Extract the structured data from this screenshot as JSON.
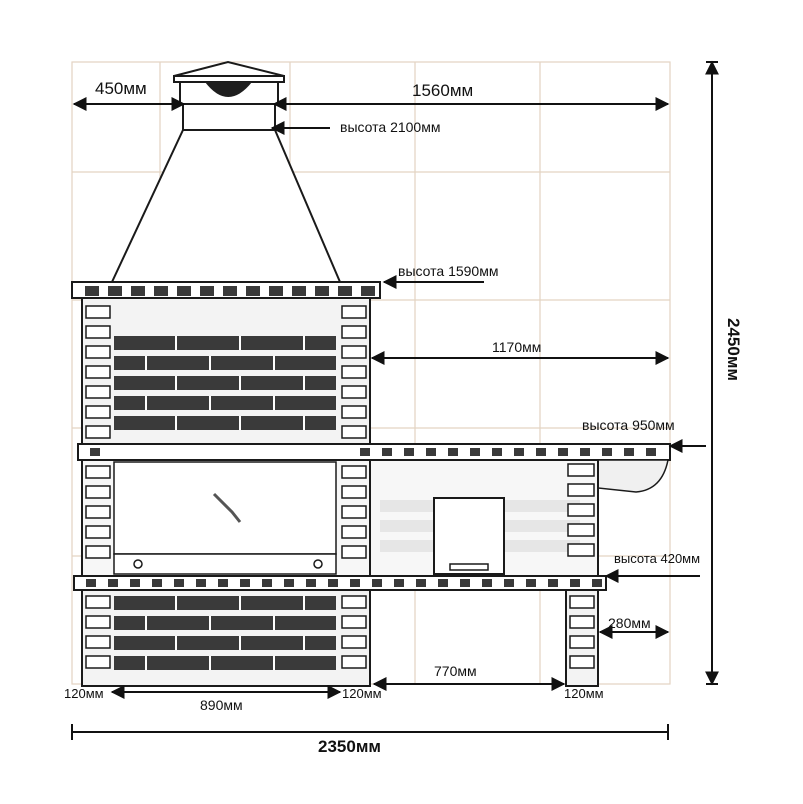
{
  "dimensions": {
    "top_left_width": "450мм",
    "top_right_width": "1560мм",
    "chimney_height": "высота 2100мм",
    "hood_height": "высота 1590мм",
    "side_width": "1170мм",
    "table_height": "высота 950мм",
    "total_height": "2450мм",
    "base_height": "высота 420мм",
    "leg_width": "280мм",
    "gap_width": "770мм",
    "left_edge": "120мм",
    "fire_width": "890мм",
    "mid_edge": "120мм",
    "right_edge": "120мм",
    "total_width": "2350мм"
  },
  "colors": {
    "grid": "#e3d3c2",
    "brick_dark": "#3a3a3a",
    "outline": "#1a1a1a"
  }
}
